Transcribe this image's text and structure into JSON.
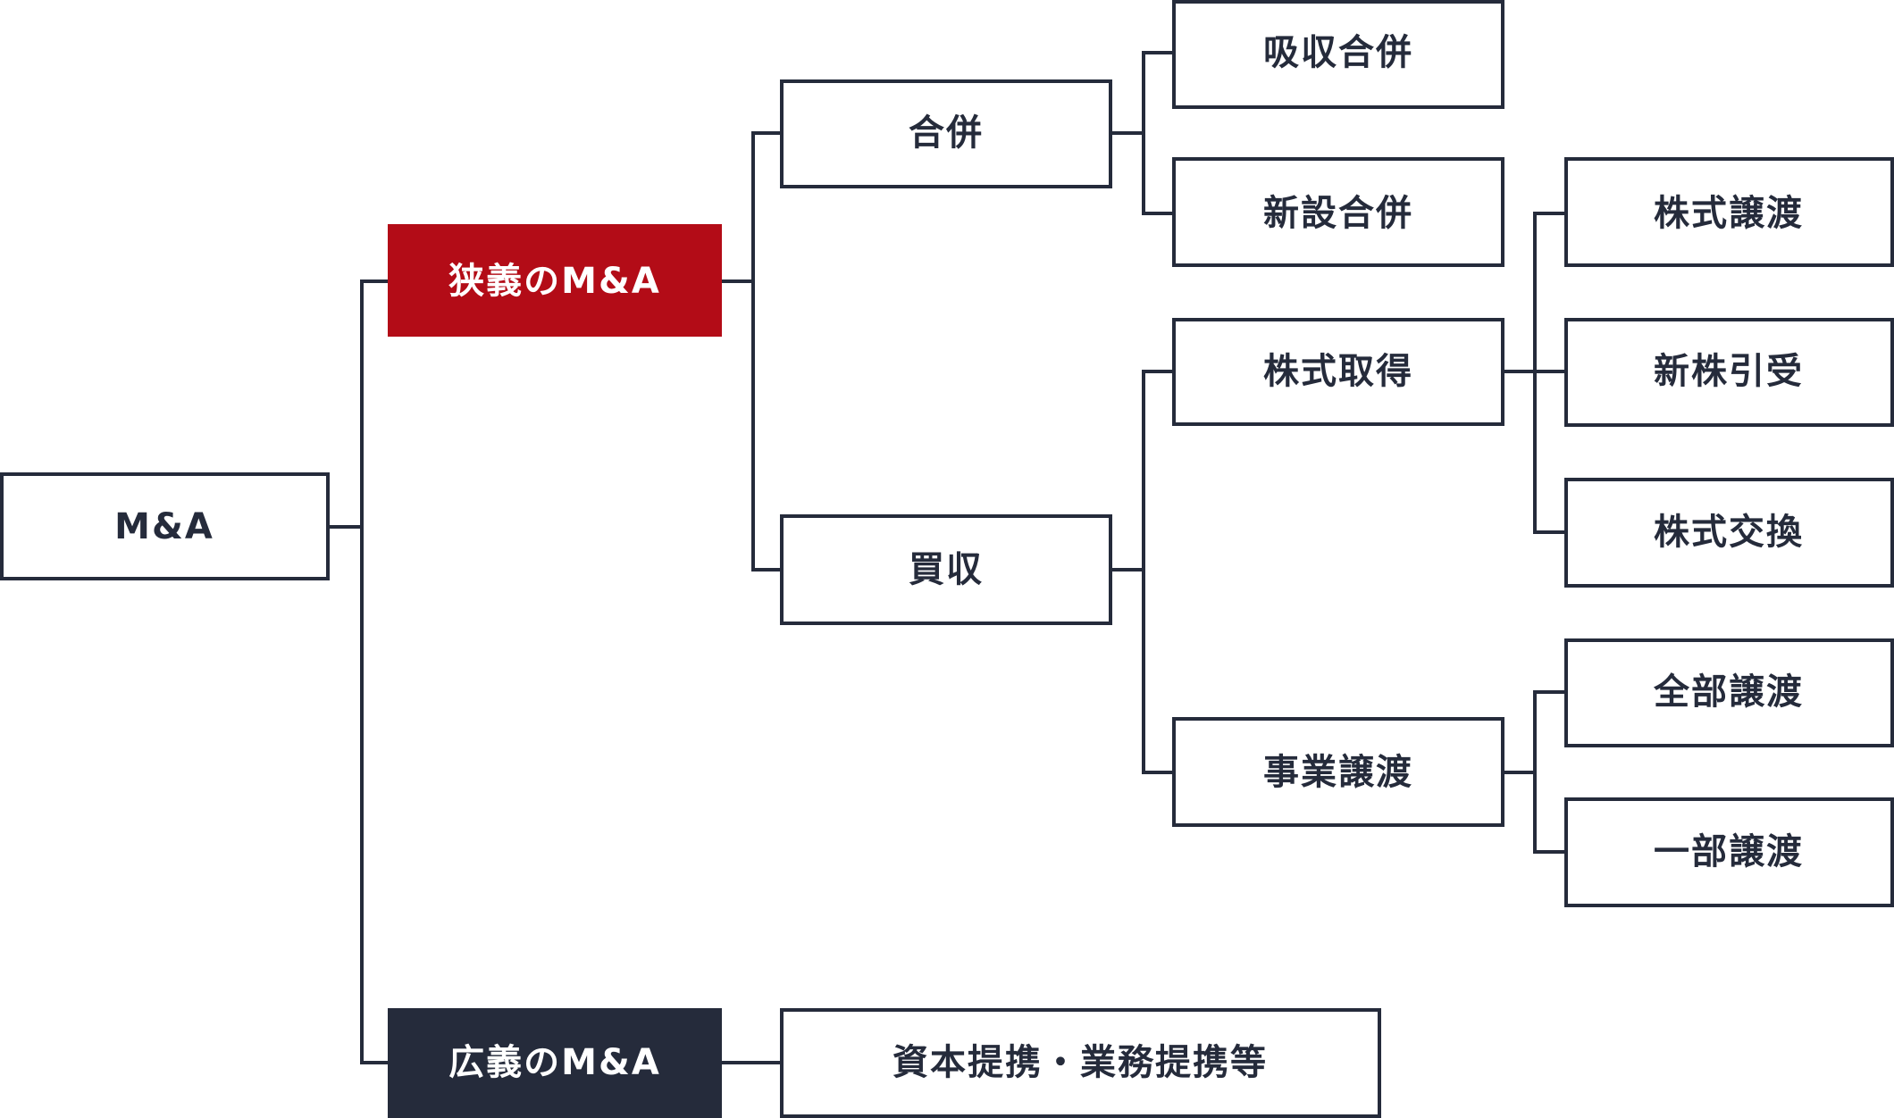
{
  "colors": {
    "line": "#252b3b",
    "narrow_fill": "#b30c17",
    "broad_fill": "#252b3b",
    "text_dark": "#252b3b",
    "text_light": "#ffffff"
  },
  "nodes": {
    "root": "M&A",
    "narrow": "狭義のM&A",
    "broad": "広義のM&A",
    "merger": "合併",
    "acquisition": "買収",
    "absorption_merger": "吸収合併",
    "consolidation_merger": "新設合併",
    "share_acquisition": "株式取得",
    "business_transfer": "事業譲渡",
    "share_transfer": "株式譲渡",
    "new_share_subscription": "新株引受",
    "share_exchange": "株式交換",
    "full_transfer": "全部譲渡",
    "partial_transfer": "一部譲渡",
    "alliance": "資本提携・業務提携等"
  }
}
